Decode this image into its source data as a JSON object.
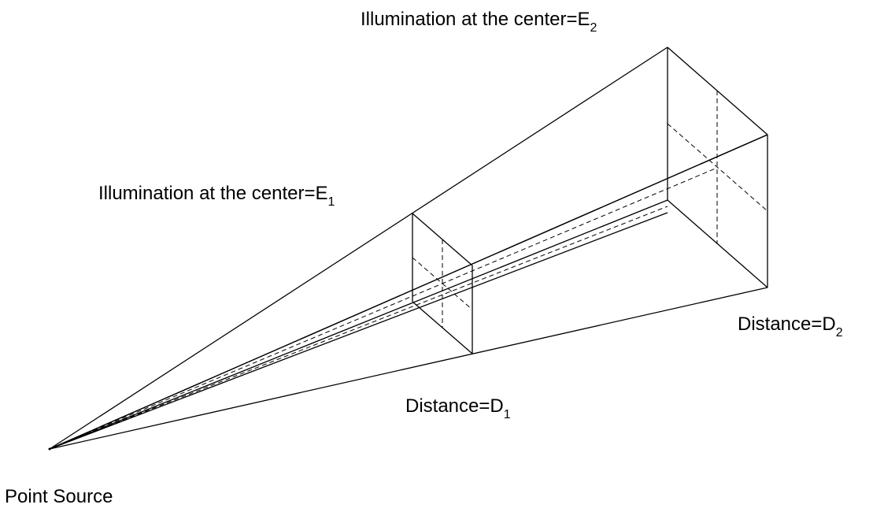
{
  "labels": {
    "illumination_e2": {
      "text": "Illumination at the center=E",
      "subscript": "2"
    },
    "illumination_e1": {
      "text": "Illumination at the center=E",
      "subscript": "1"
    },
    "distance_d2": {
      "text": "Distance=D",
      "subscript": "2"
    },
    "distance_d1": {
      "text": "Distance=D",
      "subscript": "1"
    },
    "point_source": "Point Source"
  },
  "colors": {
    "line": "#000000",
    "background": "#ffffff"
  }
}
